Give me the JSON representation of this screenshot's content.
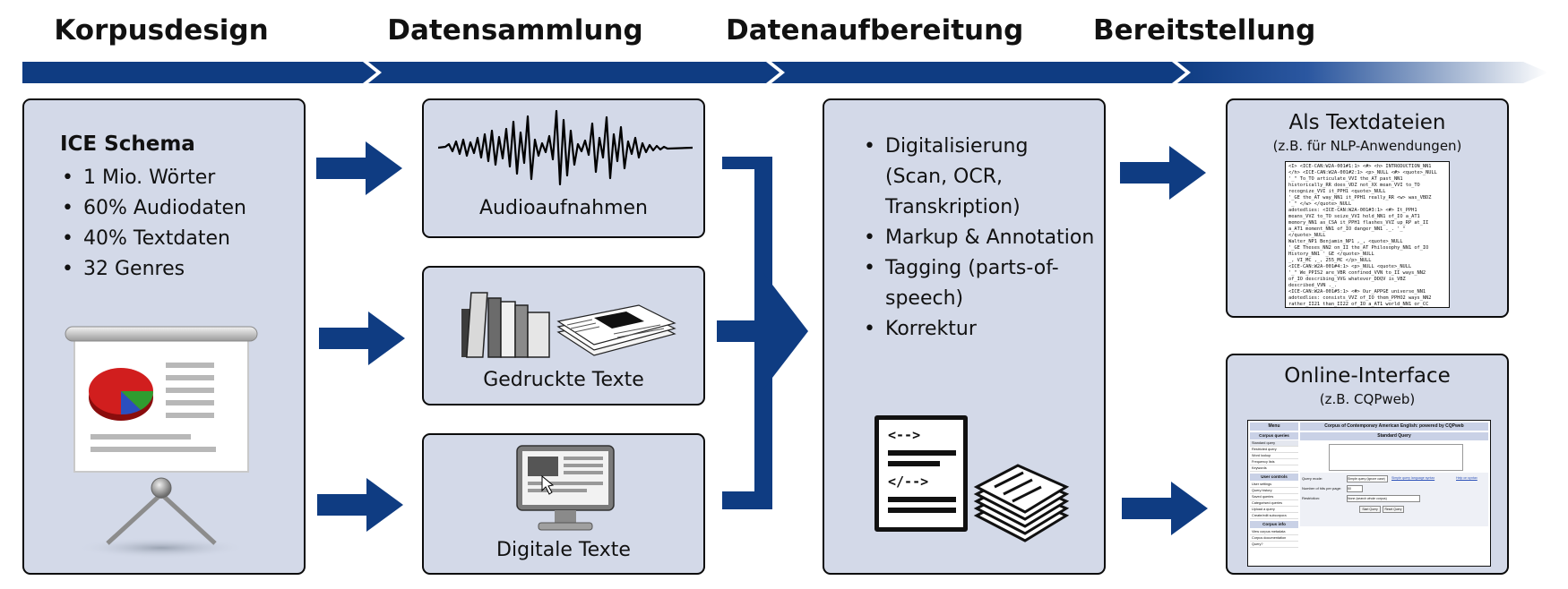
{
  "phases": [
    {
      "title": "Korpusdesign"
    },
    {
      "title": "Datensammlung"
    },
    {
      "title": "Datenaufbereitung"
    },
    {
      "title": "Bereitstellung"
    }
  ],
  "corpus_design": {
    "heading": "ICE Schema",
    "items": [
      "1 Mio. Wörter",
      "60% Audiodaten",
      "40% Textdaten",
      "32 Genres"
    ]
  },
  "collection": {
    "audio_label": "Audioaufnahmen",
    "printed_label": "Gedruckte Texte",
    "digital_label": "Digitale Texte"
  },
  "processing": {
    "items": [
      "Digitalisierung (Scan, OCR, Transkription)",
      "Markup & Annotation",
      "Tagging (parts-of-speech)",
      "Korrektur"
    ],
    "doc_tag_open": "<-->",
    "doc_tag_close": "</-->"
  },
  "delivery": {
    "text_files_title": "Als Textdateien",
    "text_files_subtitle": "(z.B. für NLP-Anwendungen)",
    "online_title": "Online-Interface",
    "online_subtitle": "(z.B. CQPweb)"
  },
  "text_file_lines": [
    "<I> <ICE-CAN:W2A-001#1:1> <#> <h> INTRODUCTION_NN1",
    "</h> <ICE-CAN:W2A-001#2:1> <p>_NULL <#> <quote>_NULL",
    "'_\" To_TO articulate_VVI the_AT past_NN1",
    "historically_RR does_VDZ not_XX mean_VVI to_TO",
    "recognize_VVI it_PPH1 <quote>_NULL",
    "'_GE the_AT way_NN1 it_PPH1 really_RR <w> was_VBDZ",
    "'_\" </w> </quote>_NULL",
    "adotedlies: <ICE-CAN:W2A-001#3:1> <#> It_PPH1",
    "means_VVZ to_TO seize_VVI hold_NN1 of_IO a_AT1",
    "memory_NN1 as_CSA it_PPH1 flashes_VVZ up_RP at_II",
    "a_AT1 moment_NN1 of_IO danger_NN1 ._. '_\"",
    "</quote>_NULL",
    "Walter_NP1 Benjamin_NP1 ,_, <quote>_NULL",
    "'_GE Theses_NN2 on_II the_AT Philosophy_NN1 of_IO",
    "History_NN1 '_GE </quote>_NULL",
    "_, VI_MC ,_, 255_MC </p>_NULL",
    "<ICE-CAN:W2A-001#4:1> <p>_NULL <quote>_NULL",
    "'_\" We_PPIS2 are_VBR confined_VVN to_II ways_NN2",
    "of_IO describing_VVG whatever_DDQV is_VBZ",
    "described_VVN ._.",
    "<ICE-CAN:W2A-001#5:1> <#> Our_APPGE universe_NN1",
    "adotedlies: consists_VVZ of_IO them_PPHO2 ways_NN2",
    "rather_II21 than_II22 of_IO a_AT1 world_NN1 or_CC"
  ],
  "cqpweb": {
    "header_left": "Menu",
    "header_title": "Corpus of Contemporary American English: powered by CQPweb",
    "section1": "Corpus queries",
    "menu1": [
      "Standard query",
      "Restricted query",
      "Word lookup",
      "Frequency lists",
      "Keywords"
    ],
    "section2": "User controls",
    "menu2": [
      "User settings",
      "Query history",
      "Saved queries",
      "Categorised queries",
      "Upload a query",
      "Create/edit subcorpora"
    ],
    "section3": "Corpus info",
    "menu3": [
      "View corpus metadata",
      "Corpus documentation",
      "Query?"
    ],
    "main_heading": "Standard Query",
    "row1_label": "Query mode:",
    "row1_value": "Simple query (ignore case)",
    "row1_link1": "Simple query language syntax",
    "row1_link2": "Help on syntax",
    "row2_label": "Number of hits per page:",
    "row2_value": "50",
    "row3_label": "Restriction:",
    "row3_value": "None (search whole corpus)",
    "btn_start": "Start Query",
    "btn_reset": "Reset Query"
  },
  "colors": {
    "navy": "#0f3c82",
    "panel": "#d3d9e8",
    "border": "#0b0b0b"
  }
}
